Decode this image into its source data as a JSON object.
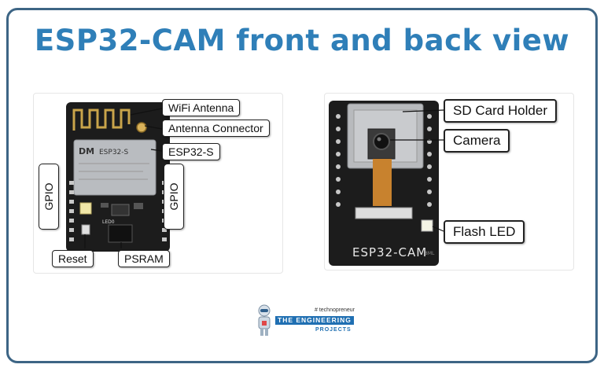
{
  "title": "ESP32-CAM front and back view",
  "front": {
    "labels": {
      "wifi_antenna": "WiFi Antenna",
      "antenna_connector": "Antenna Connector",
      "esp32s": "ESP32-S",
      "gpio_left": "GPIO",
      "gpio_right": "GPIO",
      "reset": "Reset",
      "psram": "PSRAM"
    },
    "module_text": {
      "brand": "DM",
      "chip": "ESP32-S",
      "small": "LED0"
    }
  },
  "back": {
    "labels": {
      "sd_card_holder": "SD Card Holder",
      "camera": "Camera",
      "flash_led": "Flash LED"
    },
    "board_text": "ESP32-CAM",
    "small_text": "8ML"
  },
  "logo": {
    "tag": "# technopreneur",
    "line1": "THE ENGINEERING",
    "line2": "PROJECTS"
  },
  "colors": {
    "title": "#2f7fb8",
    "frame": "#3d6585",
    "board": "#1c1c1c",
    "logo_bar": "#1f6fb2"
  }
}
